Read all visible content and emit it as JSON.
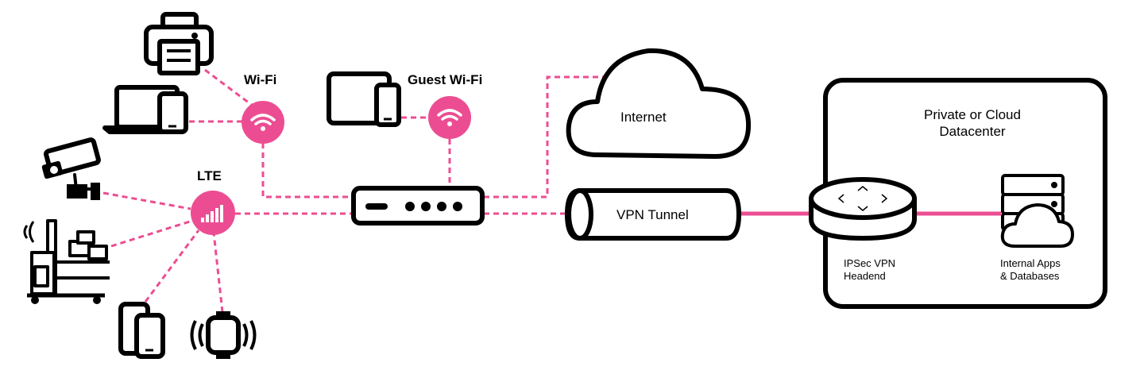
{
  "labels": {
    "wifi": "Wi-Fi",
    "guest_wifi": "Guest Wi-Fi",
    "lte": "LTE",
    "internet": "Internet",
    "vpn_tunnel": "VPN Tunnel",
    "datacenter_line1": "Private or Cloud",
    "datacenter_line2": "Datacenter",
    "headend_line1": "IPSec VPN",
    "headend_line2": "Headend",
    "apps_line1": "Internal Apps",
    "apps_line2": "& Databases"
  },
  "icons": {
    "printer": "printer-icon",
    "laptop_phone": "laptop-phone-icon",
    "camera": "security-camera-icon",
    "warehouse": "warehouse-robot-icon",
    "phones": "phones-icon",
    "watch": "smartwatch-icon",
    "wifi_hotspot": "wifi-icon",
    "guest_wifi_hotspot": "wifi-icon",
    "lte_hotspot": "cellular-signal-icon",
    "router": "router-icon",
    "tablet_phone": "tablet-phone-icon",
    "cloud": "cloud-icon",
    "tunnel": "tunnel-icon",
    "headend": "vpn-headend-icon",
    "server": "server-cloud-icon"
  },
  "colors": {
    "accent": "#ec4d92",
    "line": "#000000",
    "background": "#ffffff"
  }
}
